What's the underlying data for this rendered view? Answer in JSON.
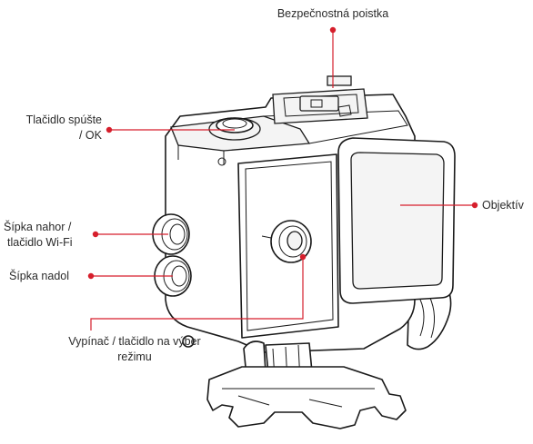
{
  "callouts": {
    "safety_latch": "Bezpečnostná poistka",
    "shutter_line1": "Tlačidlo spúšte",
    "shutter_line2": "/ OK",
    "up_line1": "Šípka nahor /",
    "up_line2": "tlačidlo Wi-Fi",
    "down": "Šípka nadol",
    "lens": "Objektív",
    "power_line1": "Vypínač / tlačidlo na výber",
    "power_line2": "režimu"
  },
  "colors": {
    "callout": "#d61f2c",
    "outline": "#1a1a1a",
    "text": "#2a2a2a"
  }
}
